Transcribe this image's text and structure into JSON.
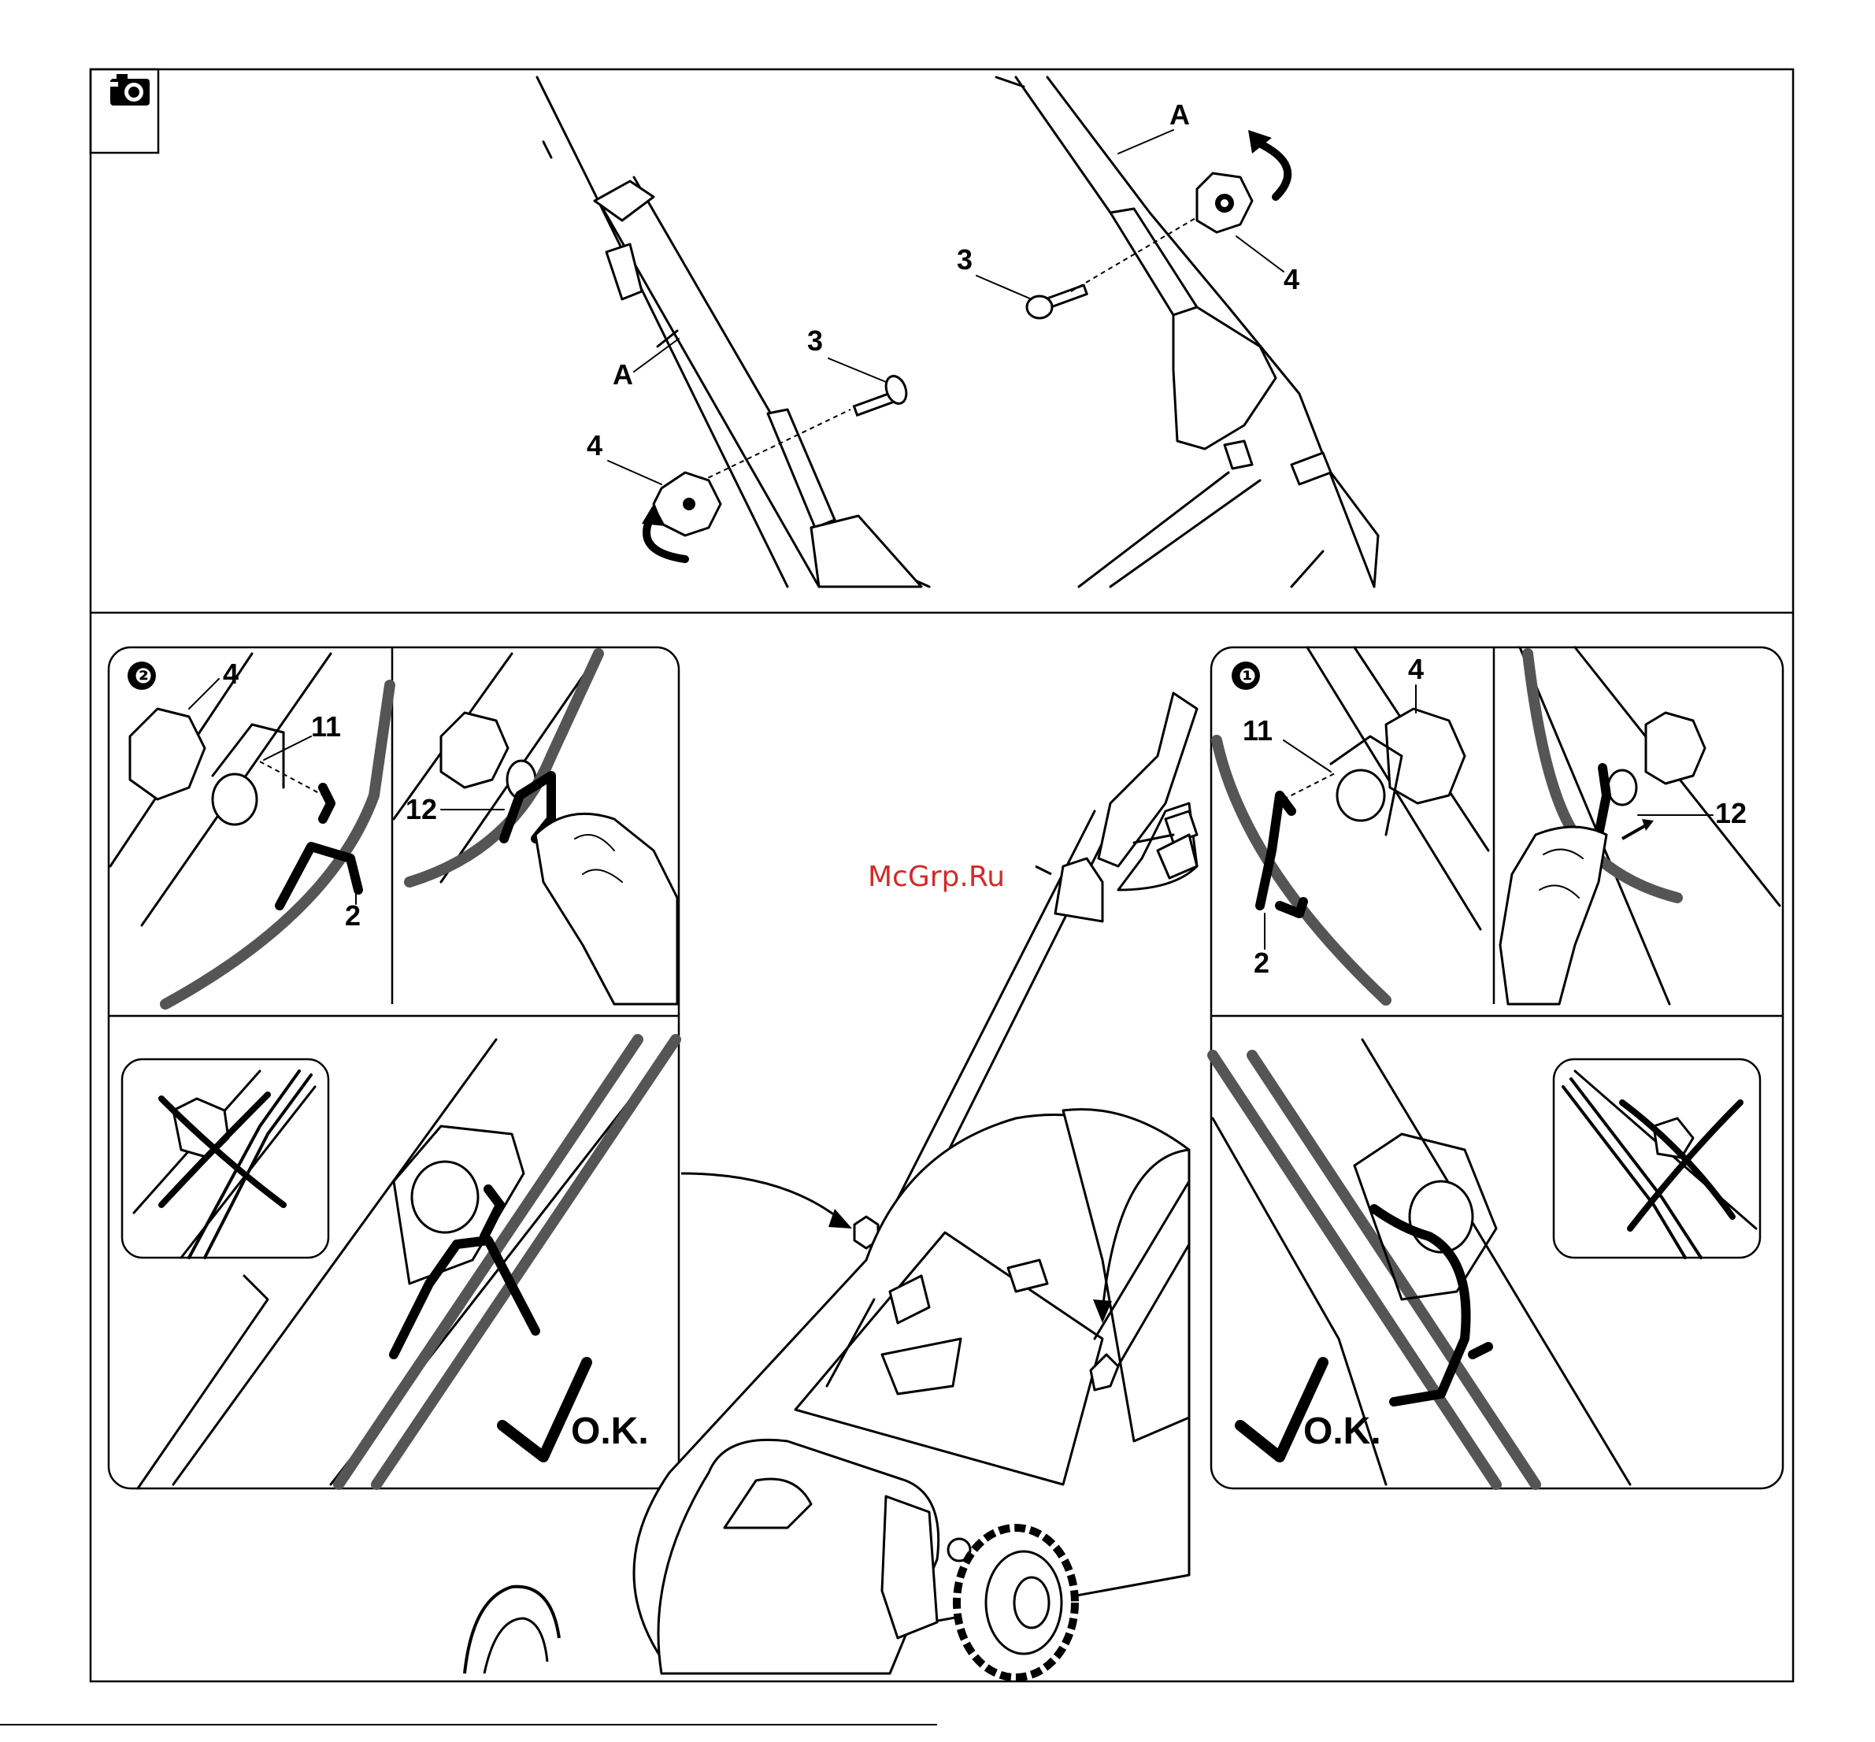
{
  "labels": {
    "handle": "A",
    "screw": "3",
    "knob": "4",
    "cable": "2",
    "hole": "11",
    "hook": "12"
  },
  "steps": {
    "step_one": "❶",
    "step_two": "❷"
  },
  "ok_text": "O.K.",
  "watermark": "McGrp.Ru",
  "icons": {
    "corner": "camera-icon",
    "check": "checkmark-icon",
    "wrong": "cross-out-icon",
    "rotate": "rotate-arrow-icon"
  }
}
